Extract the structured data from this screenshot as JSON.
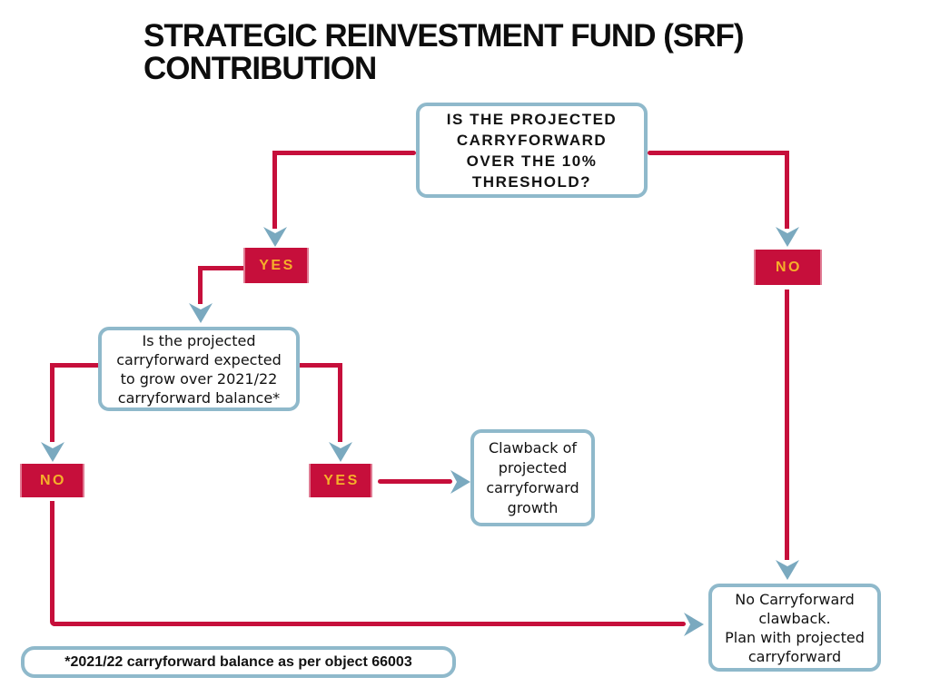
{
  "title": "STRATEGIC REINVESTMENT FUND (SRF)\nCONTRIBUTION",
  "colors": {
    "red": "#C60F3B",
    "yellow": "#F5B02A",
    "blue_border": "#8FB9CB",
    "arrow_blue": "#7AA9BF",
    "text": "#121212",
    "background": "#FFFFFF"
  },
  "nodes": {
    "q1": {
      "label": "IS THE PROJECTED\nCARRYFORWARD\nOVER THE 10%\nTHRESHOLD?"
    },
    "q1_yes": {
      "label": "YES"
    },
    "q1_no": {
      "label": "NO"
    },
    "q2": {
      "label": "Is the projected\ncarryforward expected\nto grow over 2021/22\ncarryforward balance*"
    },
    "q2_no": {
      "label": "NO"
    },
    "q2_yes": {
      "label": "YES"
    },
    "outcome_clawback": {
      "label": "Clawback of\nprojected\ncarryforward\ngrowth"
    },
    "outcome_no_clawback": {
      "label": "No Carryforward\nclawback.\nPlan with projected\ncarryforward"
    },
    "footnote": {
      "label": "*2021/22 carryforward balance as per object 66003"
    }
  }
}
